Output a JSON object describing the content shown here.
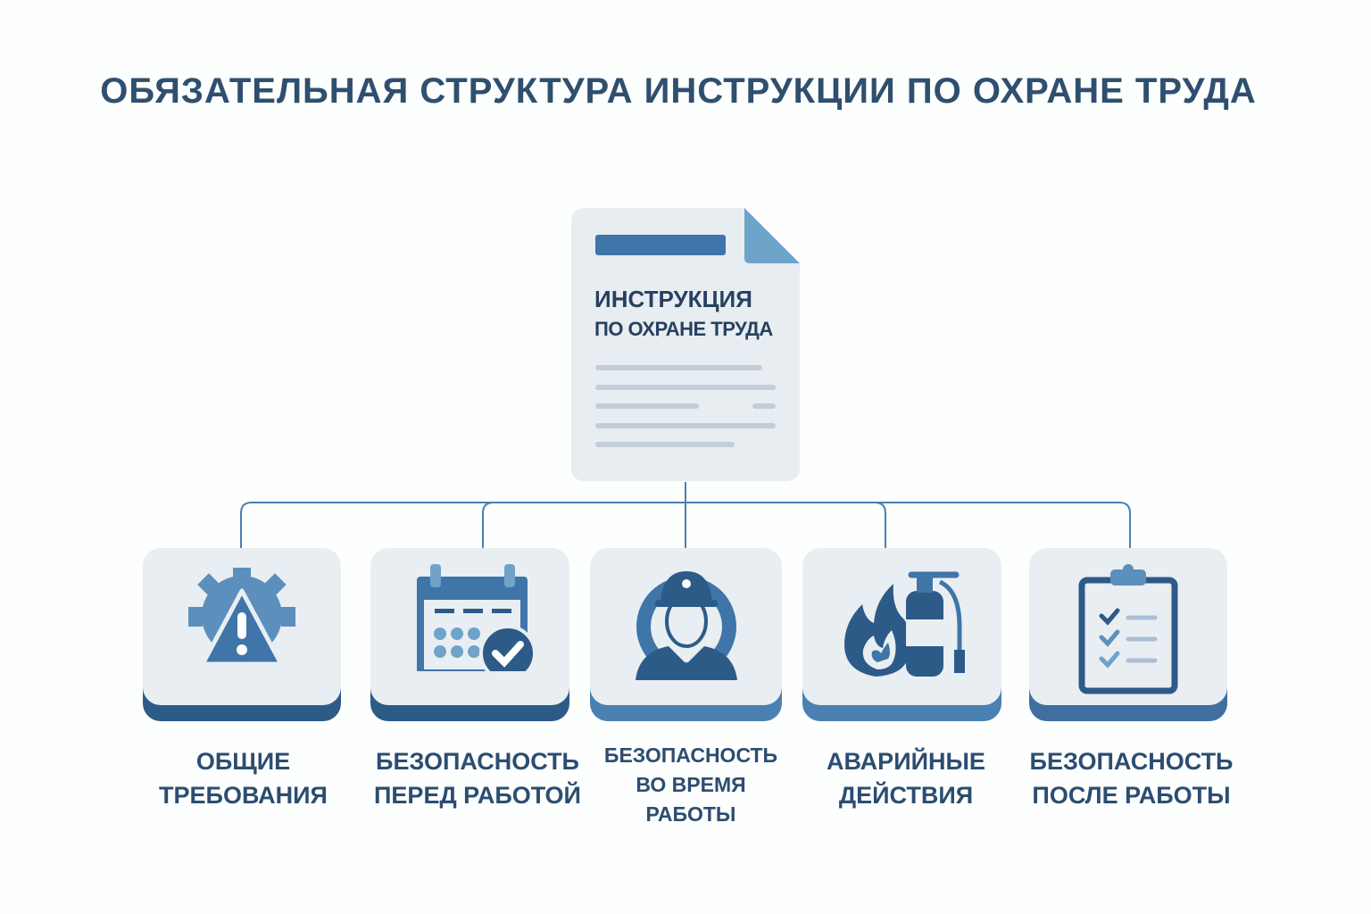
{
  "title": "ОБЯЗАТЕЛЬНАЯ СТРУКТУРА ИНСТРУКЦИИ ПО ОХРАНЕ ТРУДА",
  "document": {
    "title_line1": "ИНСТРУКЦИЯ",
    "title_line2": "ПО ОХРАНЕ ТРУДА",
    "icon": "document-icon"
  },
  "sections": [
    {
      "label": "ОБЩИЕ ТРЕБОВАНИЯ",
      "icon": "gear-warning-icon",
      "band_color": "#2d5b88"
    },
    {
      "label": "БЕЗОПАСНОСТЬ ПЕРЕД РАБОТОЙ",
      "icon": "calendar-check-icon",
      "band_color": "#2d5b88"
    },
    {
      "label": "БЕЗОПАСНОСТЬ ВО ВРЕМЯ РАБОТЫ",
      "icon": "worker-helmet-icon",
      "band_color": "#4b80b2"
    },
    {
      "label": "АВАРИЙНЫЕ ДЕЙСТВИЯ",
      "icon": "fire-extinguisher-icon",
      "band_color": "#4b80b2"
    },
    {
      "label": "БЕЗОПАСНОСТЬ ПОСЛЕ РАБОТЫ",
      "icon": "clipboard-checklist-icon",
      "band_color": "#3f6f9f"
    }
  ],
  "colors": {
    "dark": "#2d5b88",
    "mid": "#4a7fb0",
    "light": "#6fa3c9",
    "card": "#e9eef2",
    "text": "#2f4f6f"
  }
}
